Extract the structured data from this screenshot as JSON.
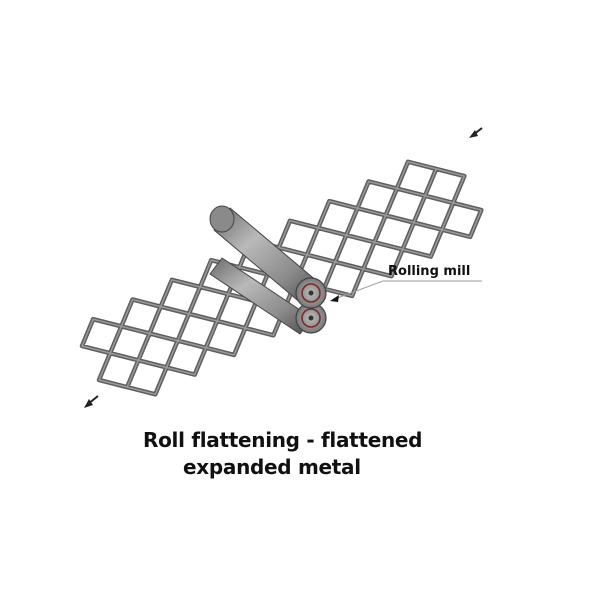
{
  "diagram": {
    "title_line1": "Roll flattening - flattened",
    "title_line2": "expanded metal",
    "callout_label": "Rolling mill",
    "components": [
      {
        "name": "expanded-metal-mesh",
        "description": "diamond-pattern expanded metal sheet passing diagonally through rollers"
      },
      {
        "name": "upper-roller",
        "description": "upper rolling cylinder"
      },
      {
        "name": "lower-roller",
        "description": "lower rolling cylinder"
      },
      {
        "name": "feed-direction-arrow-in",
        "description": "arrow at upper right showing material entering"
      },
      {
        "name": "feed-direction-arrow-out",
        "description": "arrow at lower left showing material exiting"
      }
    ],
    "colors": {
      "mesh_stroke": "#5f5f5f",
      "mesh_highlight": "#9a9a9a",
      "roller_dark": "#4d4d4d",
      "roller_light": "#b8b8b8",
      "rotation_arrow": "#7a2a2a",
      "text": "#111111",
      "leader_line": "#9a9a9a"
    }
  }
}
